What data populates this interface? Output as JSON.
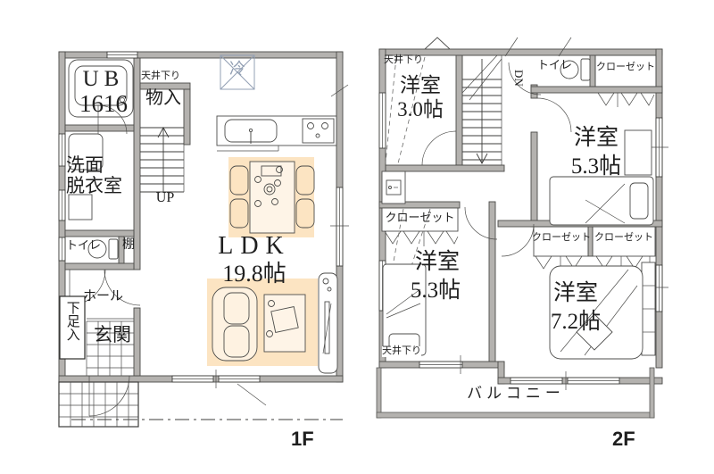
{
  "document_type": "floor-plan",
  "colors": {
    "wall": "#b4b2af",
    "wall_edge": "#4a4a48",
    "line": "#3d3d3b",
    "furniture_highlight": "#fce4c2",
    "refrigerator_accent": "#93a0b4",
    "text": "#1f1f1f"
  },
  "floor1": {
    "floor_label": "1F",
    "unit_bath": "UB",
    "unit_bath_size": "1616",
    "ceiling_drop": "天井下り",
    "storage": "物入",
    "stairs_direction": "UP",
    "washroom_line1": "洗面",
    "washroom_line2": "脱衣室",
    "toilet": "トイレ",
    "shelf": "棚",
    "hall": "ホール",
    "shoe_cabinet": "下足入",
    "entrance": "玄関",
    "living": "LDK",
    "living_size": "19.8帖",
    "refrigerator": "冷"
  },
  "floor2": {
    "floor_label": "2F",
    "ceiling_drop_top": "天井下り",
    "room_a": "洋室",
    "room_a_size": "3.0帖",
    "stairs_direction": "DN",
    "toilet": "トイレ",
    "closet_top": "クローゼット",
    "room_b": "洋室",
    "room_b_size": "5.3帖",
    "closet_left": "クローゼット",
    "room_c": "洋室",
    "room_c_size": "5.3帖",
    "ceiling_drop_bottom": "天井下り",
    "closet_bottom_1": "クローゼット",
    "closet_bottom_2": "クローゼット",
    "room_d": "洋室",
    "room_d_size": "7.2帖",
    "balcony": "バルコニー"
  }
}
